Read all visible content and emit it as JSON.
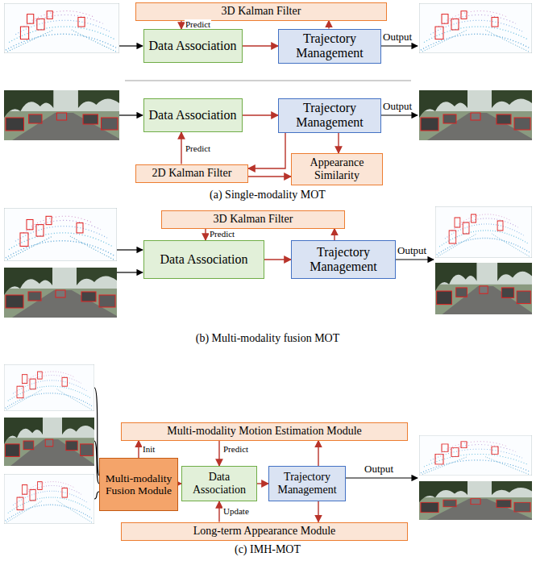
{
  "diagram": {
    "nodes": [
      {
        "text": [
          "3D Kalman Filter"
        ]
      },
      {
        "text": [
          "Data Association"
        ]
      },
      {
        "text": [
          "Trajectory Management"
        ]
      },
      {
        "text": [
          "Data Association"
        ]
      },
      {
        "text": [
          "Trajectory Management"
        ]
      },
      {
        "text": [
          "2D Kalman Filter"
        ]
      },
      {
        "text": [
          "Appearance Similarity"
        ]
      },
      {
        "text": [
          "3D Kalman Filter"
        ]
      },
      {
        "text": [
          "Data Association"
        ]
      },
      {
        "text": [
          "Trajectory Management"
        ]
      },
      {
        "text": [
          "Multi-modality Motion Estimation Module"
        ]
      },
      {
        "text": [
          "Multi-modality Fusion Module"
        ]
      },
      {
        "text": [
          "Data Association"
        ]
      },
      {
        "text": [
          "Trajectory Management"
        ]
      },
      {
        "text": [
          "Long-term Appearance Module"
        ]
      }
    ],
    "edges": [
      {
        "from": 0,
        "to": 1,
        "arrow": "to",
        "label": "Predict"
      },
      {
        "from": 1,
        "to": 2,
        "arrow": "to"
      },
      {
        "from": 2,
        "to": 0,
        "arrow": "to"
      },
      {
        "from": 3,
        "to": 4,
        "arrow": "to"
      },
      {
        "from": 5,
        "to": 3,
        "arrow": "to",
        "label": "Predict"
      },
      {
        "from": 4,
        "to": 6,
        "arrow": "to"
      },
      {
        "from": 4,
        "to": 5,
        "arrow": "to"
      },
      {
        "from": 5,
        "to": 6,
        "arrow": "to"
      },
      {
        "from": 7,
        "to": 8,
        "arrow": "to",
        "label": "Predict"
      },
      {
        "from": 8,
        "to": 9,
        "arrow": "to"
      },
      {
        "from": 9,
        "to": 7,
        "arrow": "to"
      },
      {
        "from": 11,
        "to": 10,
        "arrow": "to",
        "label": "Init"
      },
      {
        "from": 10,
        "to": 12,
        "arrow": "to",
        "label": "Predict"
      },
      {
        "from": 13,
        "to": 10,
        "arrow": "to"
      },
      {
        "from": 11,
        "to": 12,
        "arrow": "to"
      },
      {
        "from": 12,
        "to": 13,
        "arrow": "to"
      },
      {
        "from": 13,
        "to": 14,
        "arrow": "to"
      },
      {
        "from": 14,
        "to": 12,
        "arrow": "to",
        "label": "Update"
      }
    ],
    "labels": [
      "Output",
      "Output",
      "(a) Single-modality MOT",
      "Output",
      "(b) Multi-modality fusion MOT",
      "Output",
      "(c) IMH-MOT"
    ]
  }
}
